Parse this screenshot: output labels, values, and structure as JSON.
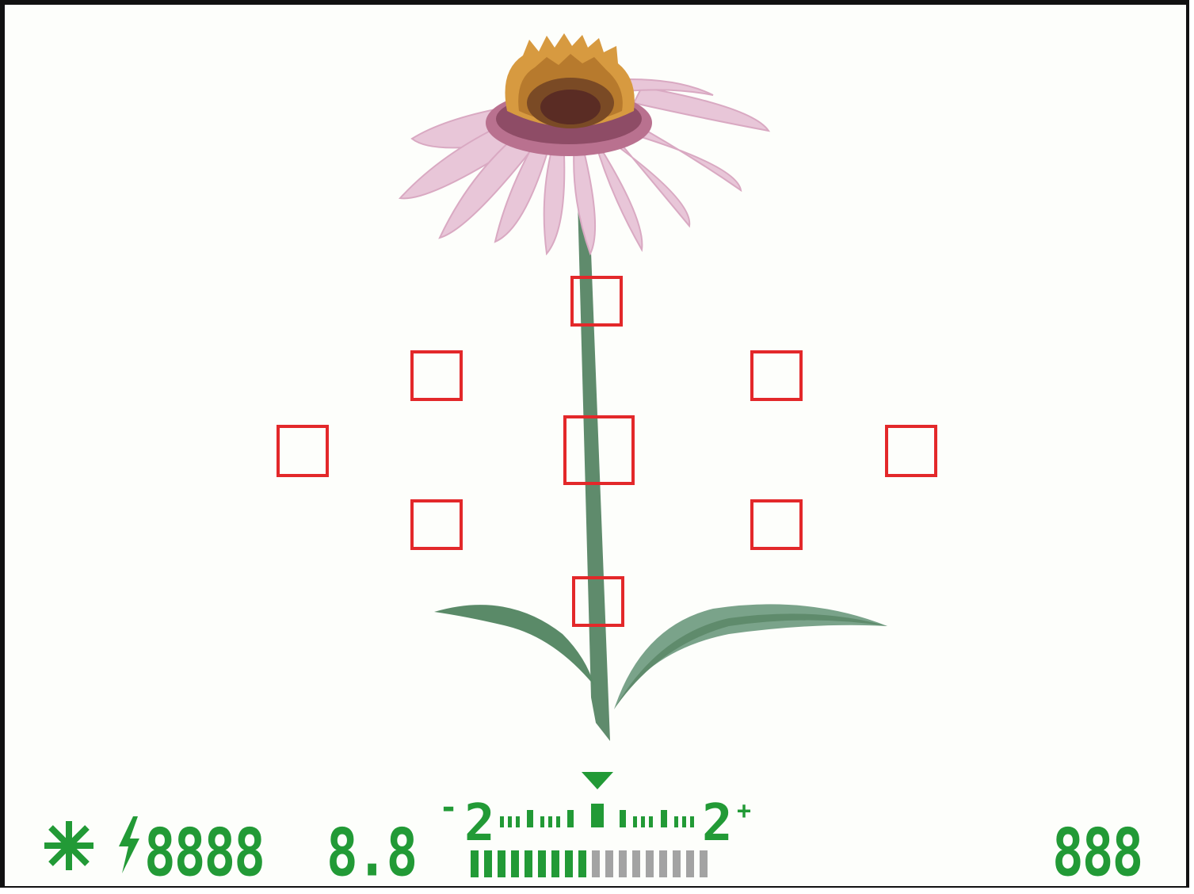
{
  "viewfinder": {
    "subject": "coneflower",
    "af_points": [
      {
        "id": "top"
      },
      {
        "id": "upper-left"
      },
      {
        "id": "upper-right"
      },
      {
        "id": "far-left"
      },
      {
        "id": "center"
      },
      {
        "id": "far-right"
      },
      {
        "id": "lower-left"
      },
      {
        "id": "lower-right"
      },
      {
        "id": "bottom"
      }
    ]
  },
  "info_bar": {
    "ae_lock_icon": "asterisk-icon",
    "flash_icon": "lightning-icon",
    "shutter_speed": "8888",
    "aperture": "8.8",
    "exposure_scale": {
      "minus_sign": "-",
      "left_label": "2",
      "right_label": "2",
      "plus_sign": "+",
      "lit_segments": 9,
      "unlit_segments": 9,
      "indicator": "triangle-down-icon"
    },
    "frames_remaining": "888"
  },
  "colors": {
    "af_point": "#e3282a",
    "lcd_green": "#229a36",
    "lcd_unlit": "#a3a3a3",
    "petal": "#e8c6d8",
    "stem": "#5f8b6c"
  }
}
